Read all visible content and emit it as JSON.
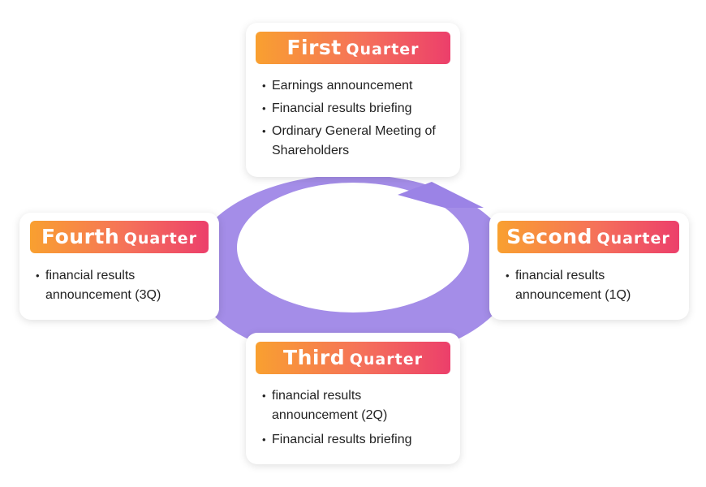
{
  "cycle": {
    "ring_color": "#a48de8",
    "arrow_color": "#9b83e6"
  },
  "quarters": [
    {
      "ordinal": "First",
      "word": "Quarter",
      "items": [
        "Earnings announcement",
        "Financial results briefing",
        "Ordinary General Meeting of Shareholders"
      ]
    },
    {
      "ordinal": "Second",
      "word": "Quarter",
      "items": [
        "financial results announcement (1Q)"
      ]
    },
    {
      "ordinal": "Third",
      "word": "Quarter",
      "items": [
        "financial results announcement (2Q)",
        "Financial results briefing"
      ]
    },
    {
      "ordinal": "Fourth",
      "word": "Quarter",
      "items": [
        "financial results announcement (3Q)"
      ]
    }
  ],
  "colors": {
    "header_start": "#f9a030",
    "header_end": "#ec3f6b"
  }
}
